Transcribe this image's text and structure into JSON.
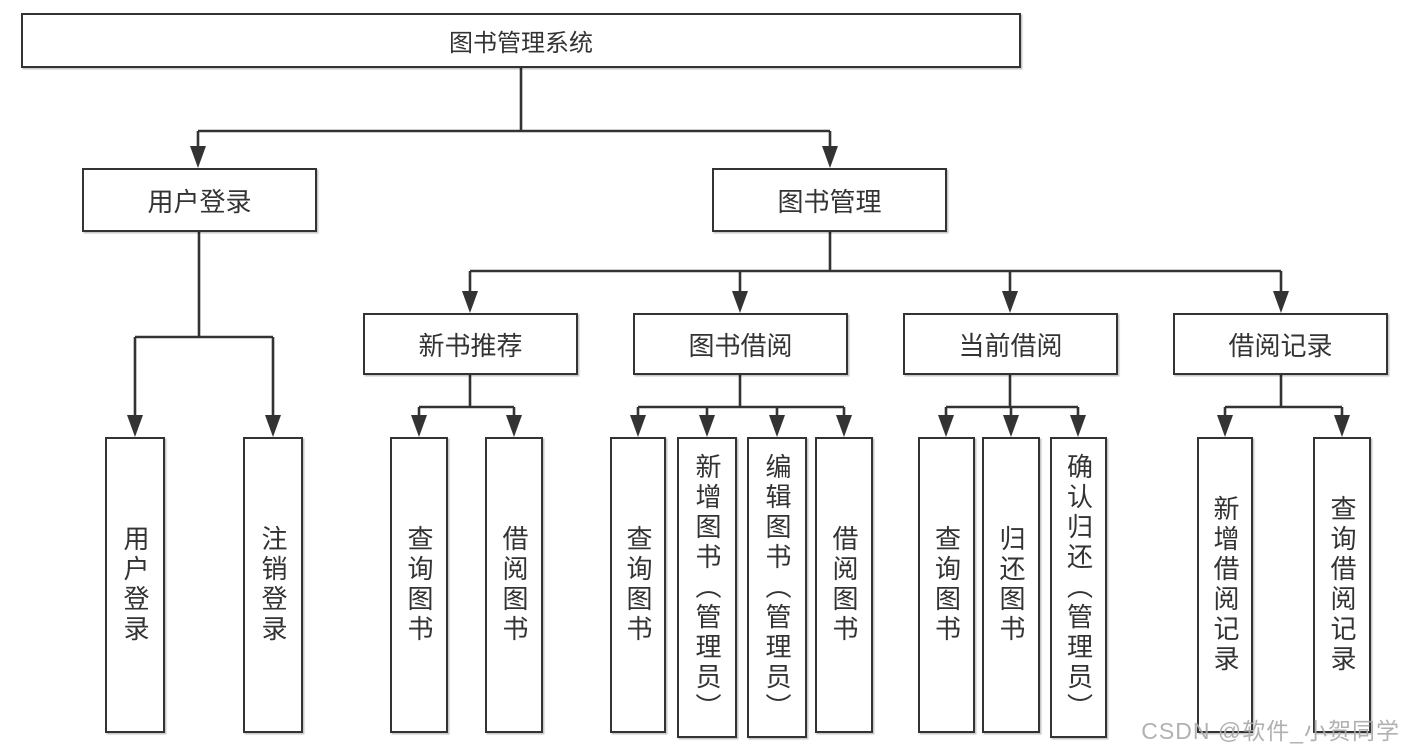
{
  "diagram": {
    "root": {
      "label": "图书管理系统"
    },
    "branches": [
      {
        "label": "用户登录",
        "leaves": [
          {
            "label": "用户登录"
          },
          {
            "label": "注销登录"
          }
        ]
      },
      {
        "label": "图书管理",
        "sections": [
          {
            "label": "新书推荐",
            "leaves": [
              {
                "label": "查询图书"
              },
              {
                "label": "借阅图书"
              }
            ]
          },
          {
            "label": "图书借阅",
            "leaves": [
              {
                "label": "查询图书"
              },
              {
                "label": "新增图书（管理员）"
              },
              {
                "label": "编辑图书（管理员）"
              },
              {
                "label": "借阅图书"
              }
            ]
          },
          {
            "label": "当前借阅",
            "leaves": [
              {
                "label": "查询图书"
              },
              {
                "label": "归还图书"
              },
              {
                "label": "确认归还（管理员）"
              }
            ]
          },
          {
            "label": "借阅记录",
            "leaves": [
              {
                "label": "新增借阅记录"
              },
              {
                "label": "查询借阅记录"
              }
            ]
          }
        ]
      }
    ]
  },
  "watermark": {
    "text": "CSDN @软件_小贺同学"
  },
  "colors": {
    "line": "#333333",
    "box_border": "#333333",
    "box_fill": "#ffffff",
    "text": "#333333",
    "watermark": "#aaaaaa",
    "background": "#ffffff"
  }
}
